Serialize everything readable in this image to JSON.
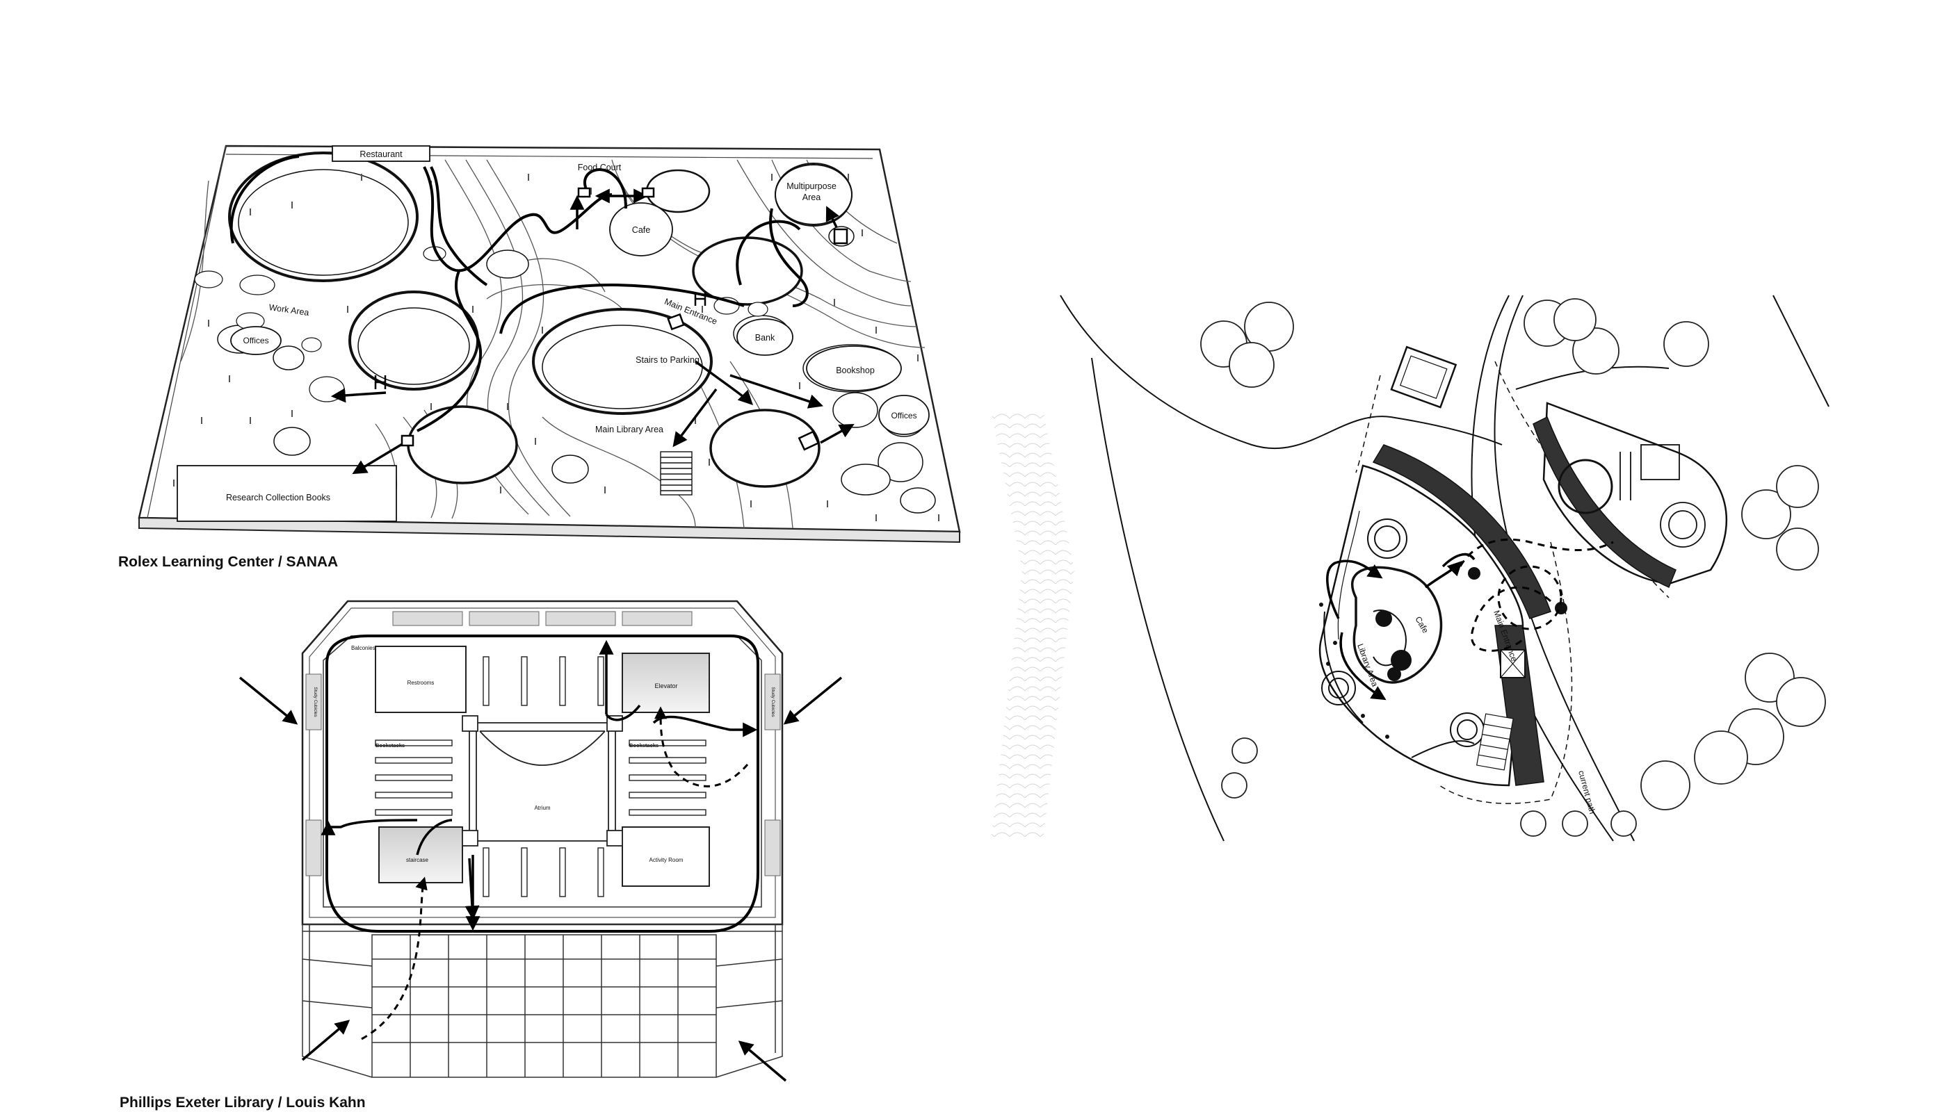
{
  "rolex": {
    "caption": "Rolex Learning Center / SANAA",
    "labels": {
      "restaurant": "Restaurant",
      "food_court": "Food Court",
      "multipurpose_1": "Multipurpose",
      "multipurpose_2": "Area",
      "cafe": "Cafe",
      "work_area": "Work Area",
      "offices_left": "Offices",
      "main_entrance": "Main Entrance",
      "bank": "Bank",
      "stairs_to_parking": "Stairs to Parking",
      "bookshop": "Bookshop",
      "offices_right": "Offices",
      "main_library_area": "Main Library Area",
      "research_collection": "Research Collection Books"
    }
  },
  "exeter": {
    "caption": "Phillips Exeter Library / Louis Kahn",
    "labels": {
      "balconies": "Balconies",
      "restrooms": "Restrooms",
      "elevator": "Elevator",
      "bookstacks_left": "Bookstacks",
      "bookstacks_right": "Bookstacks",
      "atrium": "Atrium",
      "staircase": "staircase",
      "activity_room": "Activity Room",
      "study_cubicles_left": "Study Cubicles",
      "study_cubicles_right": "Study Cubicles"
    }
  },
  "site_plan": {
    "labels": {
      "main_entrance": "Main Entrance",
      "library_area": "Library Area",
      "cafe": "Cafe",
      "current_path": "current path"
    }
  }
}
